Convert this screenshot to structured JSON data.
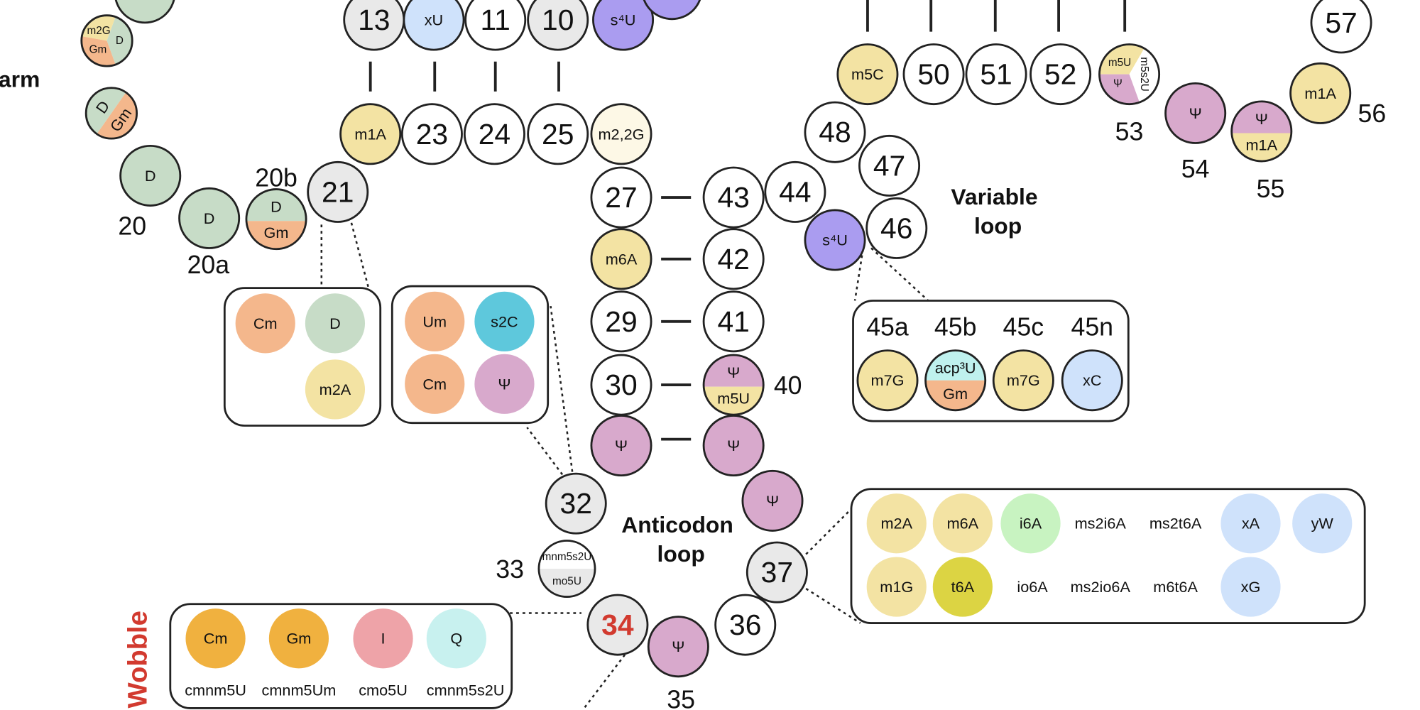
{
  "colors": {
    "gray": "#e9e9e9",
    "white": "#ffffff",
    "yellow": "#f3e3a3",
    "pink": "#d8a9cc",
    "purple": "#aa9cf0",
    "blue": "#cfe2fb",
    "green": "#c7dcc7",
    "orange": "#f4b78c",
    "cream": "#fdf8e6",
    "cyan": "#bff1ee",
    "teal": "#5ec8dc",
    "gold": "#f0b13f",
    "rose": "#eea3a8",
    "lime": "#dcd443",
    "lightgreen": "#c8f3c1",
    "mint": "#c8f1ef",
    "accent_red": "#d23a2f",
    "outline": "#222222"
  },
  "region_labels": {
    "d_arm": "D-arm",
    "anticodon_loop": [
      "Anticodon",
      "loop"
    ],
    "variable_loop": [
      "Variable",
      "loop"
    ],
    "wobble": "Wobble"
  },
  "position_labels": {
    "p20": "20",
    "p20a": "20a",
    "p20b": "20b",
    "p33": "33",
    "p35": "35",
    "p40": "40",
    "p53": "53",
    "p54": "54",
    "p55": "55",
    "p56": "56"
  },
  "nodes": {
    "topLeftPartial": {
      "labels": [
        ""
      ],
      "colors": [
        "green"
      ]
    },
    "n13": {
      "labels": [
        "13"
      ],
      "colors": [
        "gray"
      ]
    },
    "xU": {
      "labels": [
        "xU"
      ],
      "colors": [
        "blue"
      ]
    },
    "n11": {
      "labels": [
        "11"
      ],
      "colors": [
        "white"
      ]
    },
    "n10": {
      "labels": [
        "10"
      ],
      "colors": [
        "gray"
      ]
    },
    "s4U_top": {
      "labels": [
        "s⁴U"
      ],
      "colors": [
        "purple"
      ]
    },
    "topPurplePartial": {
      "labels": [
        ""
      ],
      "colors": [
        "purple"
      ]
    },
    "pie_m2G": {
      "labels": [
        "m2G",
        "D",
        "Gm"
      ],
      "colors": [
        "yellow",
        "green",
        "orange"
      ]
    },
    "dgm1": {
      "labels": [
        "D",
        "Gm"
      ],
      "colors": [
        "green",
        "orange"
      ]
    },
    "d20": {
      "labels": [
        "D"
      ],
      "colors": [
        "green"
      ]
    },
    "d20a": {
      "labels": [
        "D"
      ],
      "colors": [
        "green"
      ]
    },
    "d20b": {
      "labels": [
        "D",
        "Gm"
      ],
      "colors": [
        "green",
        "orange"
      ]
    },
    "n21": {
      "labels": [
        "21"
      ],
      "colors": [
        "gray"
      ]
    },
    "m1A_22": {
      "labels": [
        "m1A"
      ],
      "colors": [
        "yellow"
      ]
    },
    "n23": {
      "labels": [
        "23"
      ],
      "colors": [
        "white"
      ]
    },
    "n24": {
      "labels": [
        "24"
      ],
      "colors": [
        "white"
      ]
    },
    "n25": {
      "labels": [
        "25"
      ],
      "colors": [
        "white"
      ]
    },
    "m22G": {
      "labels": [
        "m2,2G"
      ],
      "colors": [
        "cream"
      ]
    },
    "n27": {
      "labels": [
        "27"
      ],
      "colors": [
        "white"
      ]
    },
    "m6A": {
      "labels": [
        "m6A"
      ],
      "colors": [
        "yellow"
      ]
    },
    "n29": {
      "labels": [
        "29"
      ],
      "colors": [
        "white"
      ]
    },
    "n30": {
      "labels": [
        "30"
      ],
      "colors": [
        "white"
      ]
    },
    "psi31": {
      "labels": [
        "Ψ"
      ],
      "colors": [
        "pink"
      ]
    },
    "n43": {
      "labels": [
        "43"
      ],
      "colors": [
        "white"
      ]
    },
    "n42": {
      "labels": [
        "42"
      ],
      "colors": [
        "white"
      ]
    },
    "n41": {
      "labels": [
        "41"
      ],
      "colors": [
        "white"
      ]
    },
    "n40": {
      "labels": [
        "Ψ",
        "m5U"
      ],
      "colors": [
        "pink",
        "yellow"
      ]
    },
    "psi39": {
      "labels": [
        "Ψ"
      ],
      "colors": [
        "pink"
      ]
    },
    "psi38": {
      "labels": [
        "Ψ"
      ],
      "colors": [
        "pink"
      ]
    },
    "n37": {
      "labels": [
        "37"
      ],
      "colors": [
        "gray"
      ]
    },
    "n36": {
      "labels": [
        "36"
      ],
      "colors": [
        "white"
      ]
    },
    "psi35": {
      "labels": [
        "Ψ"
      ],
      "colors": [
        "pink"
      ]
    },
    "n34": {
      "labels": [
        "34"
      ],
      "colors": [
        "gray"
      ]
    },
    "n33": {
      "labels": [
        "mnm5s2U",
        "mo5U"
      ],
      "colors": [
        "white",
        "gray"
      ]
    },
    "n32": {
      "labels": [
        "32"
      ],
      "colors": [
        "gray"
      ]
    },
    "n44": {
      "labels": [
        "44"
      ],
      "colors": [
        "white"
      ]
    },
    "s4U_var": {
      "labels": [
        "s⁴U"
      ],
      "colors": [
        "purple"
      ]
    },
    "n46": {
      "labels": [
        "46"
      ],
      "colors": [
        "white"
      ]
    },
    "n47": {
      "labels": [
        "47"
      ],
      "colors": [
        "white"
      ]
    },
    "n48": {
      "labels": [
        "48"
      ],
      "colors": [
        "white"
      ]
    },
    "m5C": {
      "labels": [
        "m5C"
      ],
      "colors": [
        "yellow"
      ]
    },
    "n50": {
      "labels": [
        "50"
      ],
      "colors": [
        "white"
      ]
    },
    "n51": {
      "labels": [
        "51"
      ],
      "colors": [
        "white"
      ]
    },
    "n52": {
      "labels": [
        "52"
      ],
      "colors": [
        "white"
      ]
    },
    "n53": {
      "labels": [
        "m5U",
        "m5s2U",
        "Ψ"
      ],
      "colors": [
        "yellow",
        "white",
        "pink"
      ]
    },
    "psi54": {
      "labels": [
        "Ψ"
      ],
      "colors": [
        "pink"
      ]
    },
    "n55": {
      "labels": [
        "Ψ",
        "m1A"
      ],
      "colors": [
        "pink",
        "yellow"
      ]
    },
    "m1A56": {
      "labels": [
        "m1A"
      ],
      "colors": [
        "yellow"
      ]
    },
    "n57": {
      "labels": [
        "57"
      ],
      "colors": [
        "white"
      ]
    }
  },
  "boxes": {
    "box_21": {
      "items": [
        {
          "labels": [
            "Cm"
          ],
          "colors": [
            "orange"
          ]
        },
        {
          "labels": [
            "D"
          ],
          "colors": [
            "green"
          ]
        },
        {
          "labels": [
            "m2A"
          ],
          "colors": [
            "yellow"
          ]
        }
      ]
    },
    "box_32": {
      "items": [
        {
          "labels": [
            "Um"
          ],
          "colors": [
            "orange"
          ]
        },
        {
          "labels": [
            "s2C"
          ],
          "colors": [
            "teal"
          ]
        },
        {
          "labels": [
            "Cm"
          ],
          "colors": [
            "orange"
          ]
        },
        {
          "labels": [
            "Ψ"
          ],
          "colors": [
            "pink"
          ]
        }
      ]
    },
    "box_45": {
      "headers": [
        "45a",
        "45b",
        "45c",
        "45n"
      ],
      "items": [
        {
          "labels": [
            "m7G"
          ],
          "colors": [
            "yellow"
          ]
        },
        {
          "labels": [
            "acp³U",
            "Gm"
          ],
          "colors": [
            "cyan",
            "orange"
          ]
        },
        {
          "labels": [
            "m7G"
          ],
          "colors": [
            "yellow"
          ]
        },
        {
          "labels": [
            "xC"
          ],
          "colors": [
            "blue"
          ]
        }
      ]
    },
    "box_37": {
      "row1": [
        {
          "labels": [
            "m2A"
          ],
          "colors": [
            "yellow"
          ]
        },
        {
          "labels": [
            "m6A"
          ],
          "colors": [
            "yellow"
          ]
        },
        {
          "labels": [
            "i6A"
          ],
          "colors": [
            "lightgreen"
          ]
        },
        {
          "labels": [
            "ms2i6A"
          ],
          "colors": [
            null
          ]
        },
        {
          "labels": [
            "ms2t6A"
          ],
          "colors": [
            null
          ]
        },
        {
          "labels": [
            "xA"
          ],
          "colors": [
            "blue"
          ]
        },
        {
          "labels": [
            "yW"
          ],
          "colors": [
            "blue"
          ]
        }
      ],
      "row2": [
        {
          "labels": [
            "m1G"
          ],
          "colors": [
            "yellow"
          ]
        },
        {
          "labels": [
            "t6A"
          ],
          "colors": [
            "lime"
          ]
        },
        {
          "labels": [
            "io6A"
          ],
          "colors": [
            null
          ]
        },
        {
          "labels": [
            "ms2io6A"
          ],
          "colors": [
            null
          ]
        },
        {
          "labels": [
            "m6t6A"
          ],
          "colors": [
            null
          ]
        },
        {
          "labels": [
            "xG"
          ],
          "colors": [
            "blue"
          ]
        }
      ]
    },
    "box_34": {
      "items": [
        {
          "labels": [
            "Cm"
          ],
          "colors": [
            "gold"
          ]
        },
        {
          "labels": [
            "Gm"
          ],
          "colors": [
            "gold"
          ]
        },
        {
          "labels": [
            "I"
          ],
          "colors": [
            "rose"
          ]
        },
        {
          "labels": [
            "Q"
          ],
          "colors": [
            "mint"
          ]
        }
      ],
      "texts": [
        "cmnm5U",
        "cmnm5Um",
        "cmo5U",
        "cmnm5s2U"
      ]
    }
  }
}
